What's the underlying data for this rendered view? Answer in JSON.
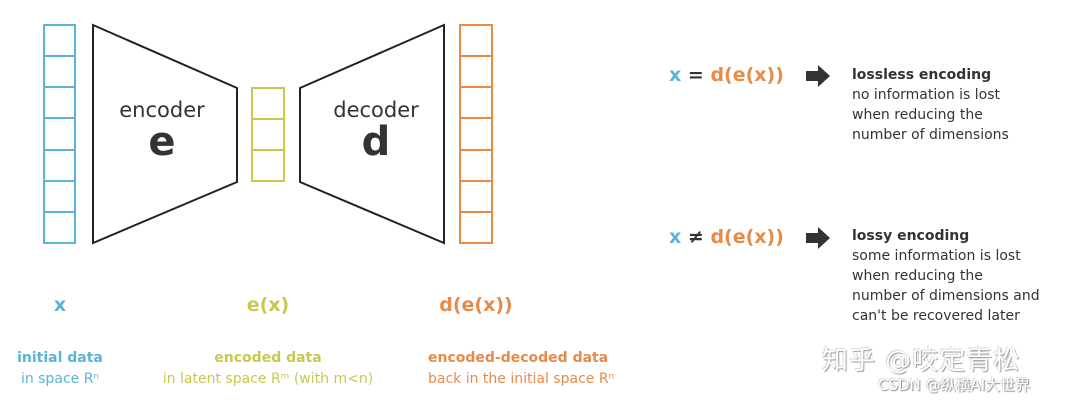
{
  "colors": {
    "input": "#5ab4d6",
    "latent": "#c8c850",
    "output": "#e88a48",
    "stroke": "#222222",
    "text": "#333333"
  },
  "diagram": {
    "input_cells": 7,
    "latent_cells": 3,
    "output_cells": 7,
    "encoder": {
      "label": "encoder",
      "symbol": "e"
    },
    "decoder": {
      "label": "decoder",
      "symbol": "d"
    }
  },
  "variables": {
    "input": "x",
    "latent": "e(x)",
    "output": "d(e(x))"
  },
  "captions": {
    "input": {
      "title": "initial data",
      "subtitle": "in space Rⁿ"
    },
    "latent": {
      "title": "encoded data",
      "subtitle": "in latent space Rᵐ (with m<n)"
    },
    "output": {
      "title": "encoded-decoded data",
      "subtitle": "back in the initial space Rⁿ"
    }
  },
  "cases": [
    {
      "lhs": "x",
      "op": "=",
      "rhs": "d(e(x))",
      "icon": "arrow-right-icon",
      "title": "lossless encoding",
      "lines": [
        "no information is lost",
        "when reducing the",
        "number of dimensions"
      ]
    },
    {
      "lhs": "x",
      "op": "≠",
      "rhs": "d(e(x))",
      "icon": "arrow-right-icon",
      "title": "lossy encoding",
      "lines": [
        "some information is lost",
        "when reducing the",
        "number of dimensions and",
        "can't be recovered later"
      ]
    }
  ],
  "watermarks": {
    "zhihu": "知乎 @咬定青松",
    "csdn": "CSDN @纵横AI大世界"
  }
}
